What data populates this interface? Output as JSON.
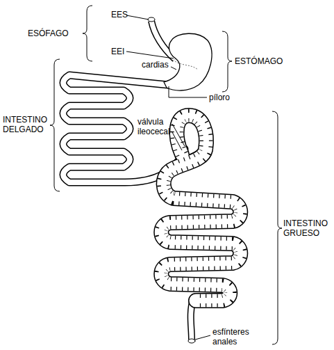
{
  "diagram": {
    "labels": [
      "ESÓFAGO",
      "EES",
      "EEI",
      "cardias",
      "ESTÓMAGO",
      "píloro",
      "INTESTINO DELGADO",
      "válvula ileocecal",
      "INTESTINO GRUESO",
      "esfínteres anales"
    ]
  }
}
